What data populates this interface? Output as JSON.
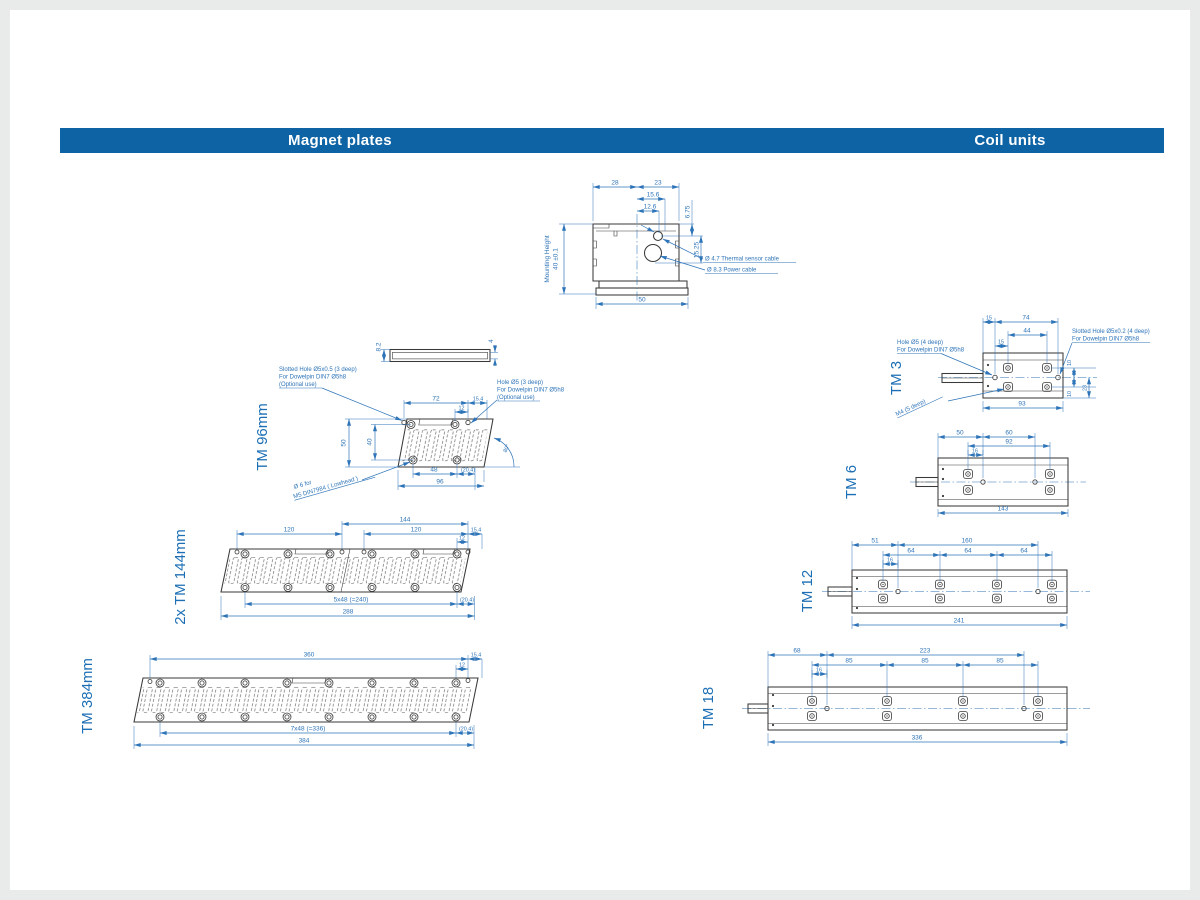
{
  "header": {
    "magnet_plates_label": "Magnet plates",
    "coil_units_label": "Coil units"
  },
  "colors": {
    "header_bar": "#0e63a5",
    "dimension_blue": "#2e74b8",
    "part_outline": "#3a3a3a"
  },
  "cross_section": {
    "d28": "28",
    "d23": "23",
    "d15_6": "15.6",
    "d12_6": "12.6",
    "d6_75": "6.75",
    "d15_25": "15.25",
    "d50": "50",
    "mounting_height_label": "Mounting Height",
    "mounting_height_value": "40 ±0.1",
    "thermal_cable_note": "Ø  4.7  Thermal sensor cable",
    "power_cable_note": "Ø  8.3 Power cable"
  },
  "tm96": {
    "label": "TM 96mm",
    "d8_2": "8.2",
    "d4": "4",
    "slotted_note": [
      "Slotted Hole Ø5x0.5 (3 deep)",
      "For Dowelpin DIN7 Ø5h8",
      "(Optional use)"
    ],
    "hole_note": [
      "Hole Ø5 (3 deep)",
      "For Dowelpin DIN7 Ø5h8",
      "(Optional use)"
    ],
    "screw_note_line1": "Ø 6 for",
    "screw_note_line2": "M5 DIN7984 ( Lowhead )",
    "d72": "72",
    "d15_4": "15.4",
    "d12": "12",
    "d50": "50",
    "d40": "40",
    "d48": "48",
    "d20_4": "(20.4)",
    "d96": "96",
    "angle": "80°"
  },
  "tm144": {
    "label": "2x TM 144mm",
    "d120a": "120",
    "d144": "144",
    "d120b": "120",
    "d15_4": "15.4",
    "d12": "12",
    "pitch": "5x48 (=240)",
    "d20_4": "(20.4)",
    "d288": "288"
  },
  "tm384": {
    "label": "TM 384mm",
    "d360": "360",
    "d15_4": "15.4",
    "d12": "12",
    "pitch": "7x48 (=336)",
    "d20_4": "(20.4)",
    "d384": "384"
  },
  "tm3": {
    "label": "TM 3",
    "hole_note": [
      "Hole Ø5 (4 deep)",
      "For Dowelpin DIN7 Ø5h8"
    ],
    "slotted_note": [
      "Slotted Hole Ø5x0.2 (4 deep)",
      "For Dowelpin DIN7 Ø5h8"
    ],
    "thread_note": "M4  (5 deep)",
    "d15a": "15",
    "d74": "74",
    "d44": "44",
    "d15b": "15",
    "d10a": "10",
    "d10b": "10",
    "d23": "23",
    "d93": "93"
  },
  "tm6": {
    "label": "TM 6",
    "d50": "50",
    "d60": "60",
    "d92": "92",
    "d16": "16",
    "d143": "143"
  },
  "tm12": {
    "label": "TM 12",
    "d51": "51",
    "d160": "160",
    "d64a": "64",
    "d64b": "64",
    "d64c": "64",
    "d16": "16",
    "d241": "241"
  },
  "tm18": {
    "label": "TM 18",
    "d68": "68",
    "d223": "223",
    "d85a": "85",
    "d85b": "85",
    "d85c": "85",
    "d16": "16",
    "d336": "336"
  }
}
